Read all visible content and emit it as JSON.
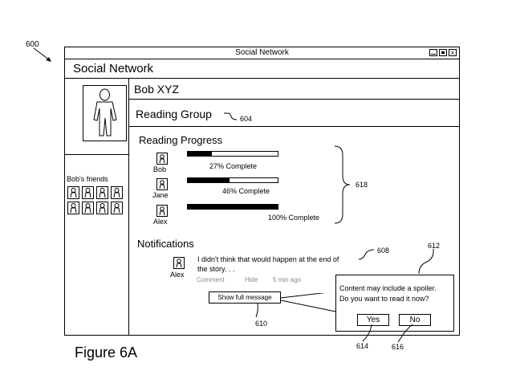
{
  "figure": {
    "ref_main": "600",
    "caption": "Figure 6A"
  },
  "window": {
    "title": "Social Network"
  },
  "app": {
    "header": "Social Network"
  },
  "profile": {
    "name": "Bob XYZ",
    "friends_label": "Bob's friends",
    "friend_count": 8
  },
  "group": {
    "name": "Reading Group",
    "ref": "604"
  },
  "progress": {
    "title": "Reading Progress",
    "ref": "618",
    "members": [
      {
        "name": "Bob",
        "percent": 27,
        "label": "27% Complete"
      },
      {
        "name": "Jane",
        "percent": 46,
        "label": "46% Complete"
      },
      {
        "name": "Alex",
        "percent": 100,
        "label": "100% Complete"
      }
    ]
  },
  "notifications": {
    "title": "Notifications",
    "item": {
      "author": "Alex",
      "text_line1": "I didn't think that would happen at the end of",
      "text_line2": "the story. . .",
      "ref": "608",
      "actions": {
        "comment": "Comment",
        "hide": "Hide",
        "time": "5 min ago"
      }
    },
    "show_full": {
      "label": "Show full message",
      "ref": "610"
    }
  },
  "dialog": {
    "ref": "612",
    "line1": "Content may include a spoiler.",
    "line2": "Do you want to read it now?",
    "yes": {
      "label": "Yes",
      "ref": "614"
    },
    "no": {
      "label": "No",
      "ref": "616"
    }
  }
}
